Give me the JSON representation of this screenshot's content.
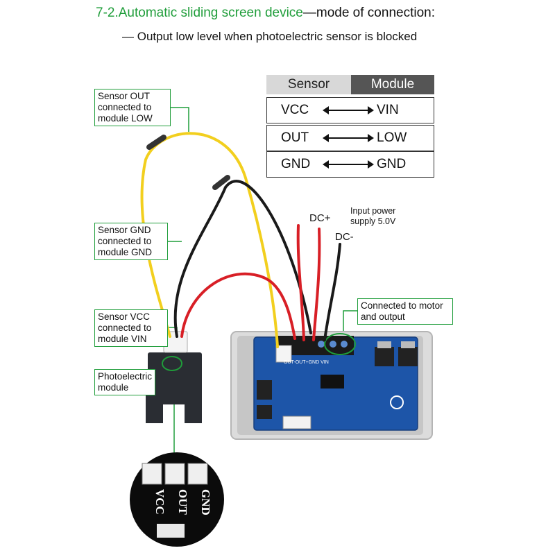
{
  "header": {
    "title_prefix": "7-2.Automatic sliding screen device",
    "title_suffix": "—mode of connection:",
    "subtitle": "— Output low level when photoelectric sensor is blocked"
  },
  "table": {
    "col_sensor": "Sensor",
    "col_module": "Module",
    "rows": [
      {
        "sensor": "VCC",
        "module": "VIN"
      },
      {
        "sensor": "OUT",
        "module": "LOW"
      },
      {
        "sensor": "GND",
        "module": "GND"
      }
    ]
  },
  "callouts": {
    "sensor_out": "Sensor OUT connected to module LOW",
    "sensor_gnd": "Sensor GND connected to module GND",
    "sensor_vcc": "Sensor VCC connected to module VIN",
    "photoelectric": "Photoelectric module",
    "motor": "Connected to motor and output"
  },
  "power": {
    "dc_plus": "DC+",
    "dc_minus": "DC-",
    "input_power": "Input power supply 5.0V"
  },
  "zoom_pins": [
    "VCC",
    "OUT",
    "GND"
  ],
  "board_pin_labels": "OUT-OUT+GND VIN",
  "colors": {
    "accent_green": "#1f9d3a",
    "board_blue": "#1d55a8",
    "wire_yellow": "#f2cf1e",
    "wire_red": "#d81f26",
    "wire_black": "#1a1a1a"
  }
}
